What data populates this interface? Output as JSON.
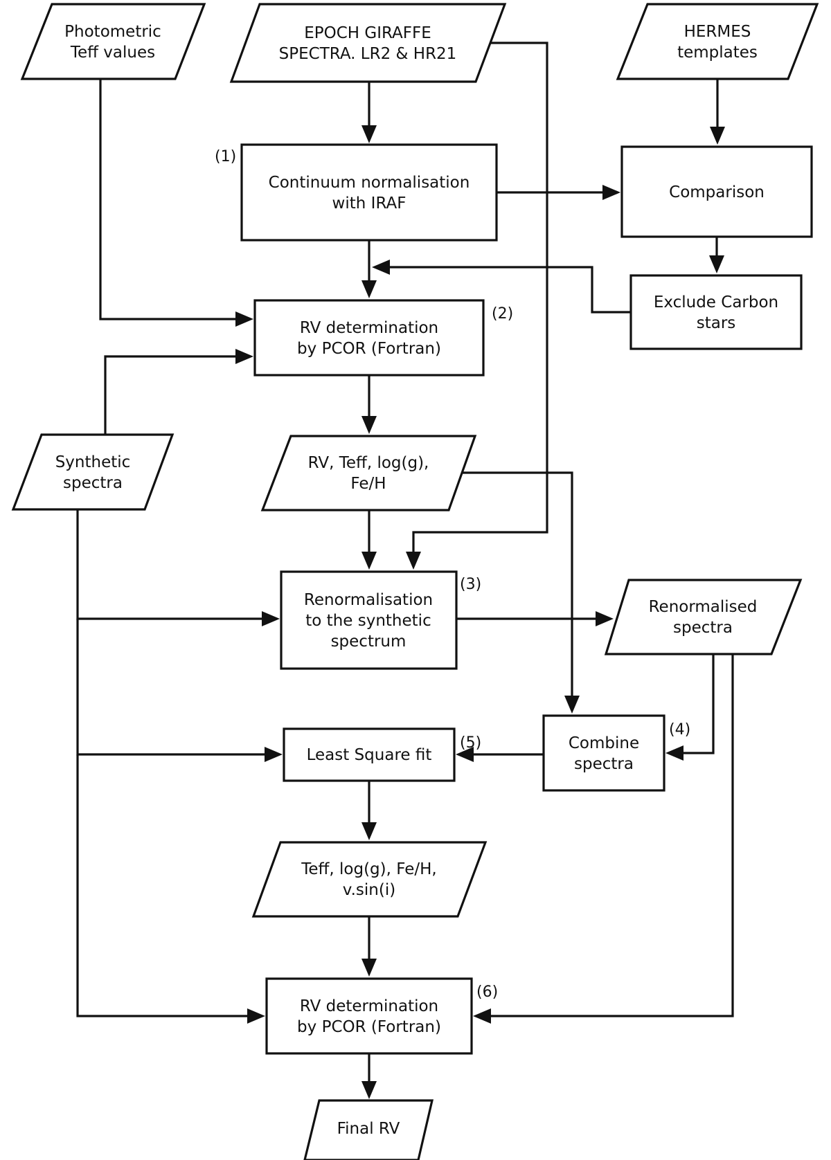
{
  "nodes": {
    "photometric": {
      "lines": [
        "Photometric",
        "Teff values"
      ]
    },
    "epoch": {
      "lines": [
        "EPOCH GIRAFFE",
        "SPECTRA. LR2 & HR21"
      ]
    },
    "hermes": {
      "lines": [
        "HERMES",
        "templates"
      ]
    },
    "continuum": {
      "lines": [
        "Continuum normalisation",
        "with IRAF"
      ],
      "step": "(1)"
    },
    "comparison": {
      "lines": [
        "Comparison"
      ]
    },
    "exclude": {
      "lines": [
        "Exclude Carbon",
        "stars"
      ]
    },
    "rv1": {
      "lines": [
        "RV determination",
        "by PCOR (Fortran)"
      ],
      "step": "(2)"
    },
    "synthetic": {
      "lines": [
        "Synthetic",
        "spectra"
      ]
    },
    "params1": {
      "lines": [
        "RV, Teff, log(g),",
        "Fe/H"
      ]
    },
    "renorm": {
      "lines": [
        "Renormalisation",
        "to the synthetic",
        "spectrum"
      ],
      "step": "(3)"
    },
    "renormspec": {
      "lines": [
        "Renormalised",
        "spectra"
      ]
    },
    "combine": {
      "lines": [
        "Combine",
        "spectra"
      ],
      "step": "(4)"
    },
    "lsq": {
      "lines": [
        "Least Square fit"
      ],
      "step": "(5)"
    },
    "params2": {
      "lines": [
        "Teff, log(g), Fe/H,",
        "v.sin(i)"
      ]
    },
    "rv2": {
      "lines": [
        "RV determination",
        "by PCOR (Fortran)"
      ],
      "step": "(6)"
    },
    "final": {
      "lines": [
        "Final RV"
      ]
    }
  },
  "edges": [
    {
      "from": "epoch",
      "to": "continuum"
    },
    {
      "from": "hermes",
      "to": "comparison"
    },
    {
      "from": "continuum",
      "to": "comparison"
    },
    {
      "from": "comparison",
      "to": "exclude"
    },
    {
      "from": "exclude",
      "to": "rv1"
    },
    {
      "from": "continuum",
      "to": "rv1"
    },
    {
      "from": "photometric",
      "to": "rv1"
    },
    {
      "from": "synthetic",
      "to": "rv1"
    },
    {
      "from": "rv1",
      "to": "params1"
    },
    {
      "from": "params1",
      "to": "renorm"
    },
    {
      "from": "epoch",
      "to": "renorm"
    },
    {
      "from": "synthetic",
      "to": "renorm"
    },
    {
      "from": "renorm",
      "to": "renormspec"
    },
    {
      "from": "params1",
      "to": "combine"
    },
    {
      "from": "renormspec",
      "to": "combine"
    },
    {
      "from": "combine",
      "to": "lsq"
    },
    {
      "from": "synthetic",
      "to": "lsq"
    },
    {
      "from": "lsq",
      "to": "params2"
    },
    {
      "from": "params2",
      "to": "rv2"
    },
    {
      "from": "synthetic",
      "to": "rv2"
    },
    {
      "from": "renormspec",
      "to": "rv2"
    },
    {
      "from": "rv2",
      "to": "final"
    }
  ]
}
